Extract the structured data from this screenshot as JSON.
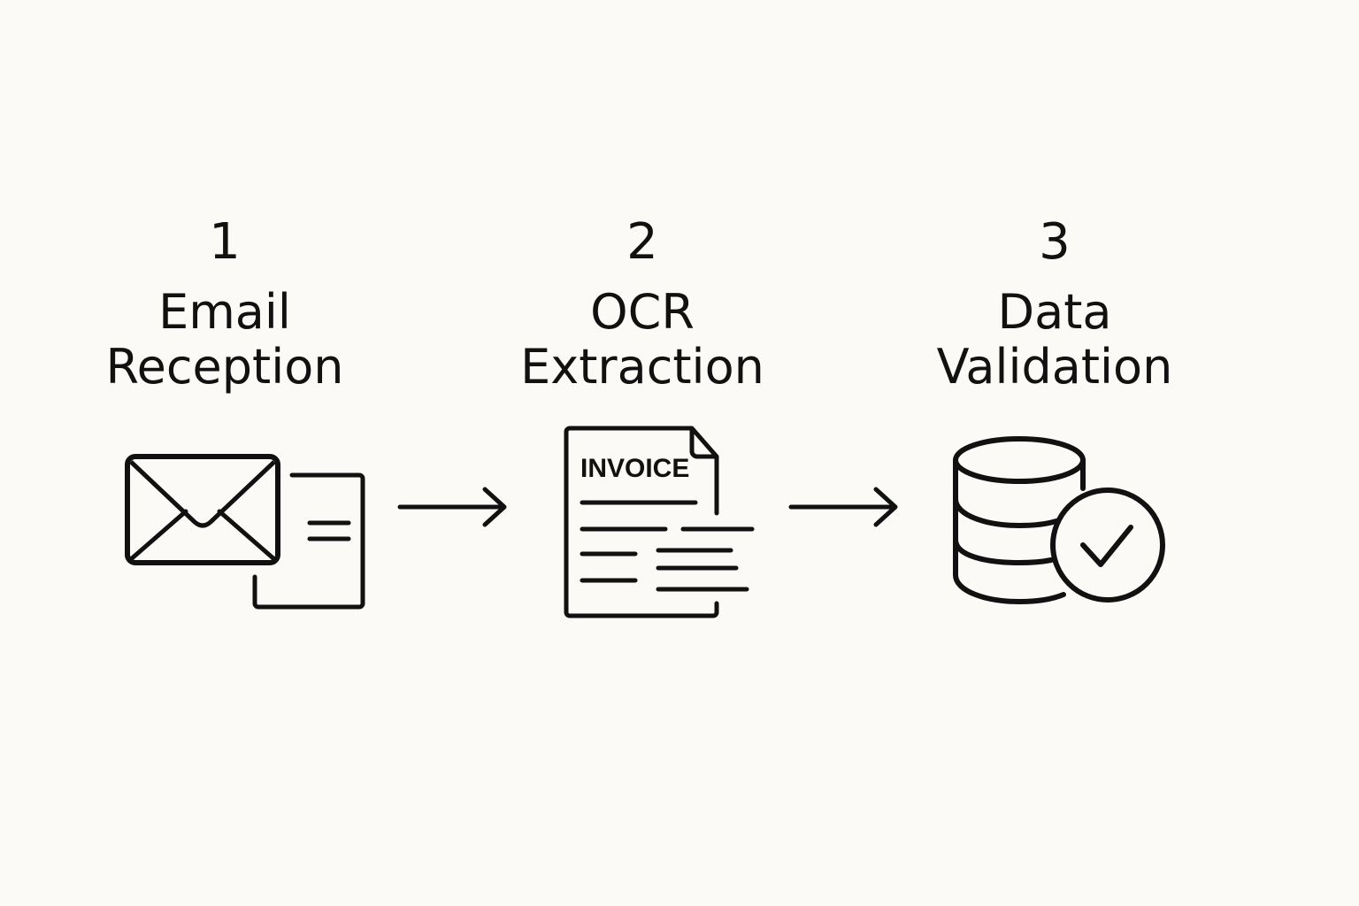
{
  "steps": [
    {
      "number": "1",
      "title": "Email\nReception",
      "icon": "email-document-icon"
    },
    {
      "number": "2",
      "title": "OCR\nExtraction",
      "icon": "invoice-document-icon"
    },
    {
      "number": "3",
      "title": "Data\nValidation",
      "icon": "database-check-icon"
    }
  ],
  "invoice_label": "INVOICE",
  "connectors": [
    "arrow-right-icon",
    "arrow-right-icon"
  ],
  "colors": {
    "background": "#fbfaf6",
    "stroke": "#111111"
  }
}
